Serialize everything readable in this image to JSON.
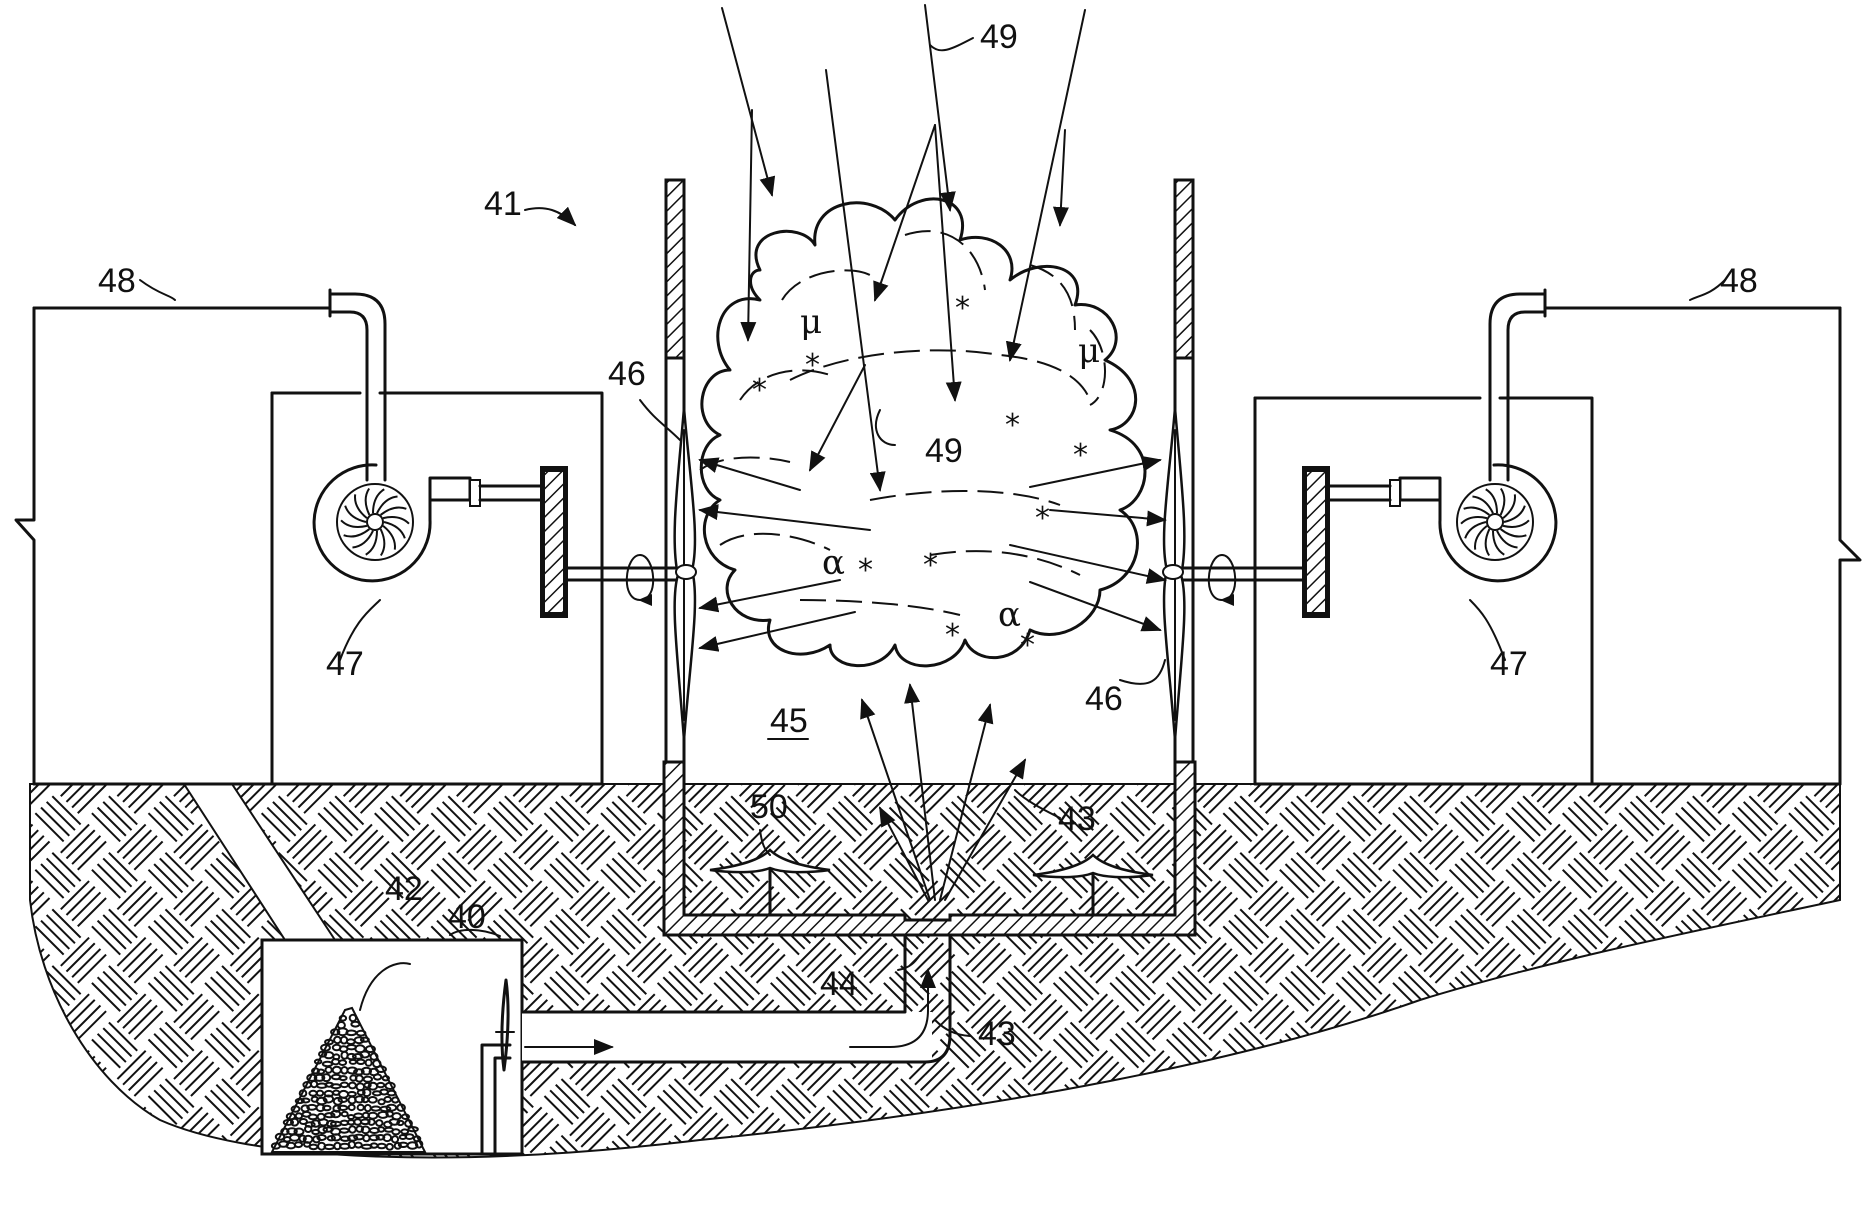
{
  "labels": {
    "l40": "40",
    "l41": "41",
    "l42": "42",
    "l43": "43",
    "l44": "44",
    "l45": "45",
    "l46": "46",
    "l47": "47",
    "l48": "48",
    "l49": "49",
    "l50": "50"
  },
  "symbols": {
    "mu": "μ",
    "alpha": "α",
    "star": "*"
  }
}
